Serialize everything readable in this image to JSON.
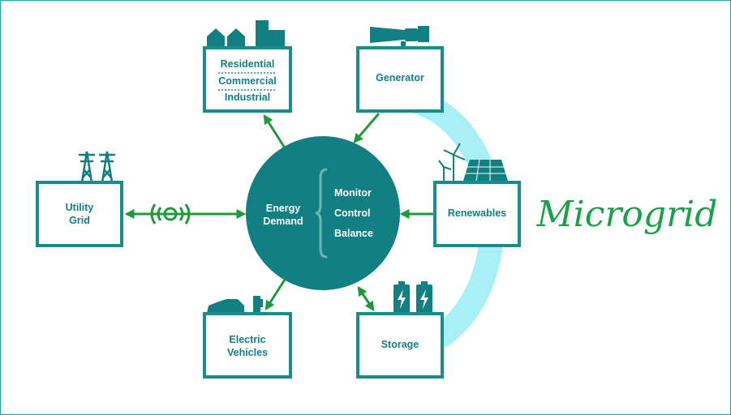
{
  "title": "Microgrid",
  "center": {
    "label_line1": "Energy",
    "label_line2": "Demand",
    "functions": [
      "Monitor",
      "Control",
      "Balance"
    ]
  },
  "nodes": {
    "consumers": [
      "Residential",
      "Commercial",
      "Industrial"
    ],
    "generator": "Generator",
    "renewables": "Renewables",
    "storage": "Storage",
    "ev": {
      "line1": "Electric",
      "line2": "Vehicles"
    },
    "utility": {
      "line1": "Utility",
      "line2": "Grid"
    }
  },
  "colors": {
    "teal": "#127f82",
    "box_border": "#1a8c8e",
    "arrow": "#1e9a3c",
    "arc": "#a8f0f6",
    "title": "#1aa24a",
    "frame": "#2aa0a0"
  }
}
